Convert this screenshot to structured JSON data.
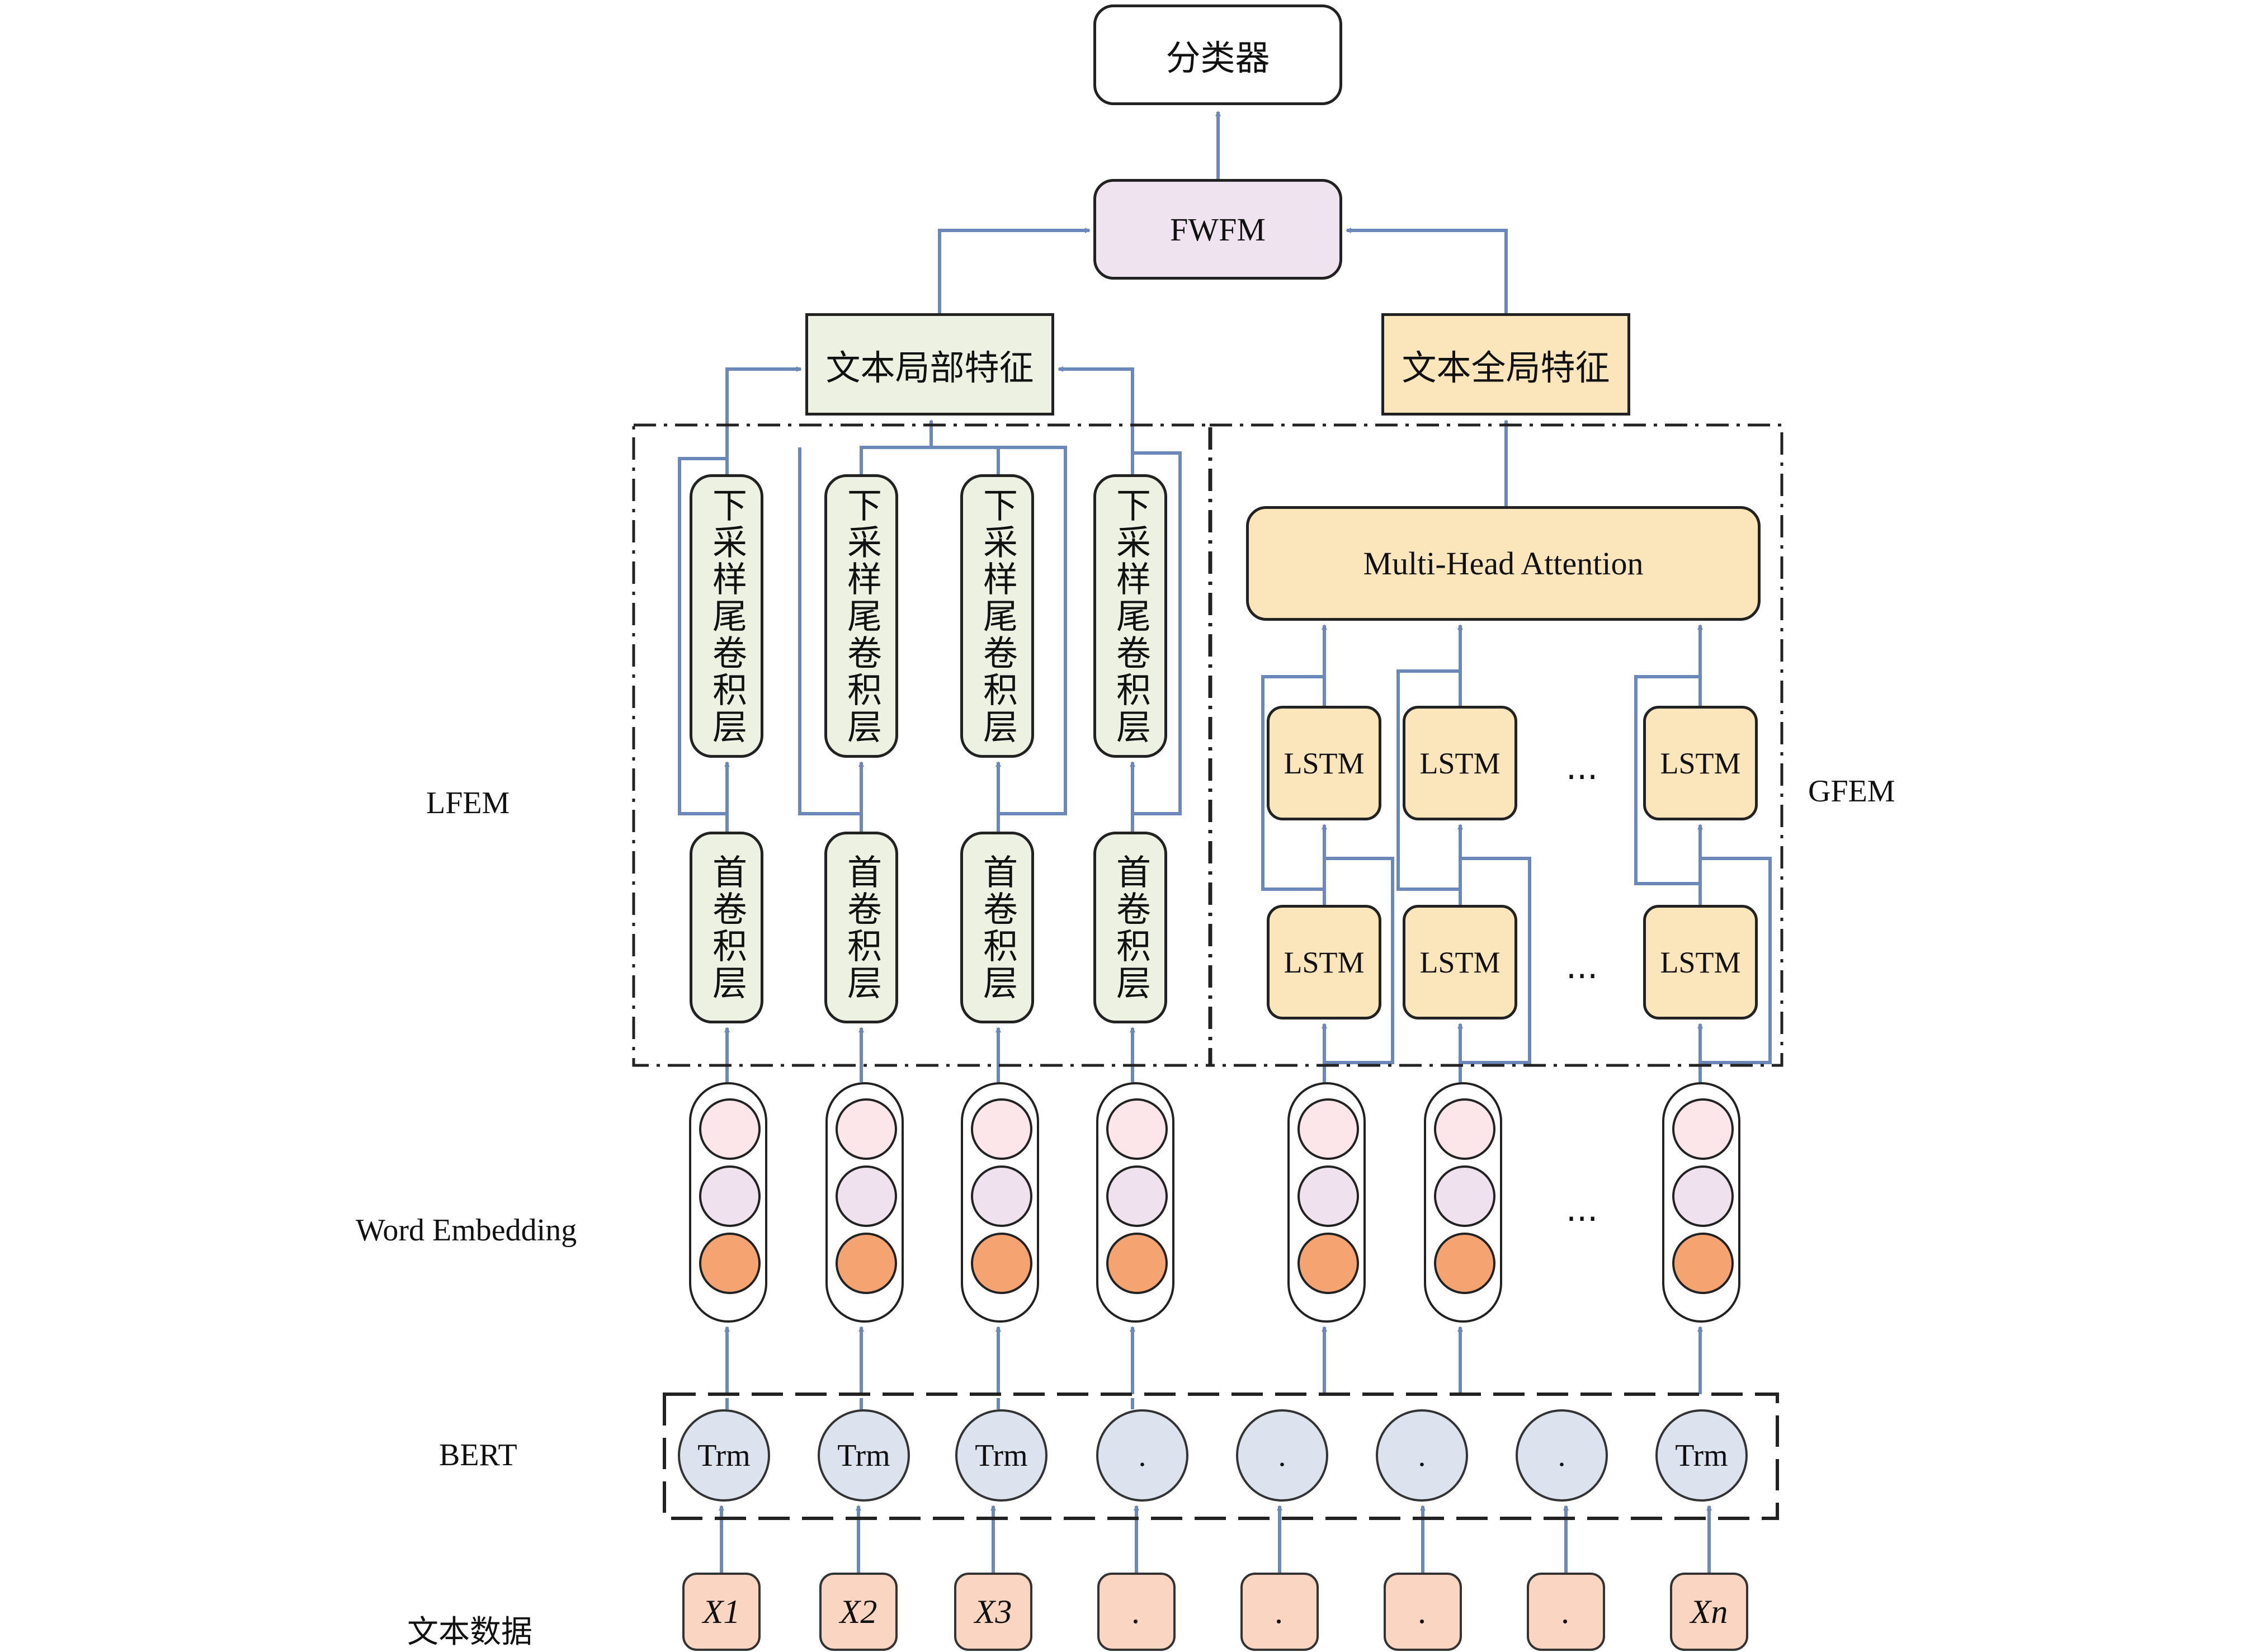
{
  "labels": {
    "classifier": "分类器",
    "fwfm": "FWFM",
    "local_feature": "文本局部特征",
    "global_feature": "文本全局特征",
    "attention": "Multi-Head Attention",
    "lfem": "LFEM",
    "gfem": "GFEM",
    "word_embedding": "Word Embedding",
    "bert": "BERT",
    "text_data": "文本数据",
    "ellipsis": "...",
    "lstm": "LSTM"
  },
  "lfem_columns": [
    {
      "top_layer": "下采样尾卷积层",
      "bottom_layer": "首卷积层"
    },
    {
      "top_layer": "下采样尾卷积层",
      "bottom_layer": "首卷积层"
    },
    {
      "top_layer": "下采样尾卷积层",
      "bottom_layer": "首卷积层"
    },
    {
      "top_layer": "下采样尾卷积层",
      "bottom_layer": "首卷积层"
    }
  ],
  "bert_nodes": [
    "Trm",
    "Trm",
    "Trm",
    ".",
    ".",
    ".",
    ".",
    "Trm"
  ],
  "tokens": [
    "X1",
    "X2",
    "X3",
    ".",
    ".",
    ".",
    ".",
    "Xn"
  ],
  "colors": {
    "arrow": "#6b88b8",
    "classifier_fill": "#ffffff",
    "fwfm_fill": "#efe3ef",
    "local_fill": "#ecf1e2",
    "global_fill": "#fbe5bb",
    "token_fill": "#f9d5c2",
    "trm_fill": "#dce3ee",
    "dot_top": "#fde6ea",
    "dot_mid": "#efe1ee",
    "dot_bottom": "#f4a371"
  }
}
